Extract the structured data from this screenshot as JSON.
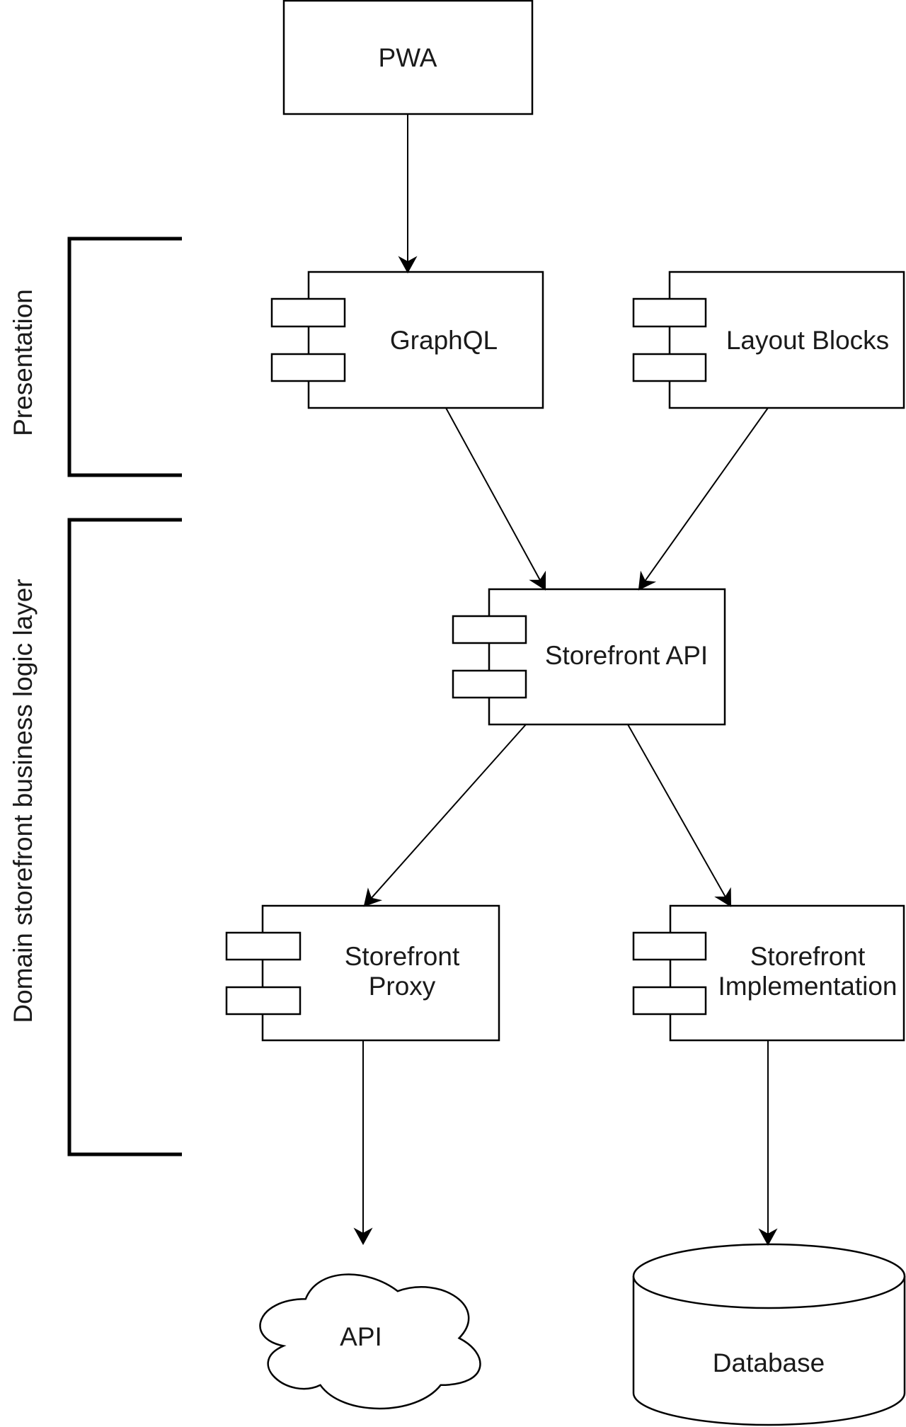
{
  "diagram": {
    "type": "architecture",
    "nodes": {
      "pwa": {
        "label": "PWA",
        "kind": "box"
      },
      "graphql": {
        "label": "GraphQL",
        "kind": "component"
      },
      "layout_blocks": {
        "label": "Layout Blocks",
        "kind": "component"
      },
      "storefront_api": {
        "label": "Storefront API",
        "kind": "component"
      },
      "storefront_proxy": {
        "lines": [
          "Storefront",
          "Proxy"
        ],
        "kind": "component"
      },
      "storefront_implementation": {
        "lines": [
          "Storefront",
          "Implementation"
        ],
        "kind": "component"
      },
      "api": {
        "label": "API",
        "kind": "cloud"
      },
      "database": {
        "label": "Database",
        "kind": "cylinder"
      }
    },
    "edges": [
      {
        "from": "PWA",
        "to": "GraphQL"
      },
      {
        "from": "GraphQL",
        "to": "Storefront API"
      },
      {
        "from": "Layout Blocks",
        "to": "Storefront API"
      },
      {
        "from": "Storefront API",
        "to": "Storefront Proxy"
      },
      {
        "from": "Storefront API",
        "to": "Storefront Implementation"
      },
      {
        "from": "Storefront Proxy",
        "to": "API"
      },
      {
        "from": "Storefront Implementation",
        "to": "Database"
      }
    ],
    "layers": {
      "presentation": {
        "label": "Presentation"
      },
      "domain": {
        "label": "Domain storefront business logic layer"
      }
    },
    "colors": {
      "stroke": "#000000",
      "fill": "#ffffff",
      "text": "#1a1a1a"
    }
  }
}
